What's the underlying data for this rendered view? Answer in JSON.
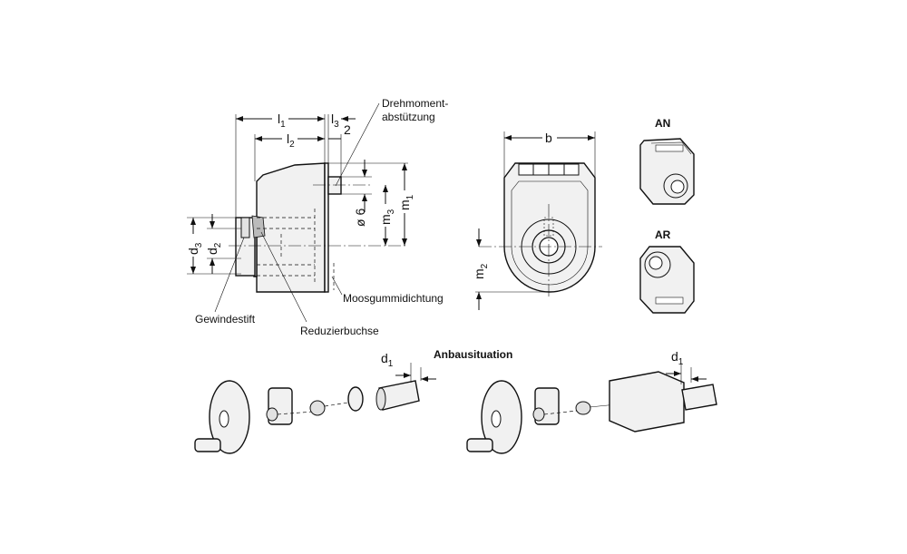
{
  "side_view": {
    "l1": {
      "base": "l",
      "sub": "1"
    },
    "l2": {
      "base": "l",
      "sub": "2"
    },
    "l3": {
      "base": "l",
      "sub": "3"
    },
    "dim_2": "2",
    "torque_support_line1": "Drehmoment-",
    "torque_support_line2": "abstützung",
    "dia6": "ø 6",
    "m3": {
      "base": "m",
      "sub": "3"
    },
    "m1": {
      "base": "m",
      "sub": "1"
    },
    "d3": {
      "base": "d",
      "sub": "3"
    },
    "d2": {
      "base": "d",
      "sub": "2"
    },
    "set_screw": "Gewindestift",
    "reducing_bush": "Reduzierbuchse",
    "sponge_seal": "Moosgummidichtung"
  },
  "front_view": {
    "b": "b",
    "m2": {
      "base": "m",
      "sub": "2"
    }
  },
  "variants": {
    "an": "AN",
    "ar": "AR"
  },
  "mounting": {
    "title": "Anbausituation",
    "d1_left": {
      "base": "d",
      "sub": "1"
    },
    "d1_right": {
      "base": "d",
      "sub": "1"
    }
  }
}
